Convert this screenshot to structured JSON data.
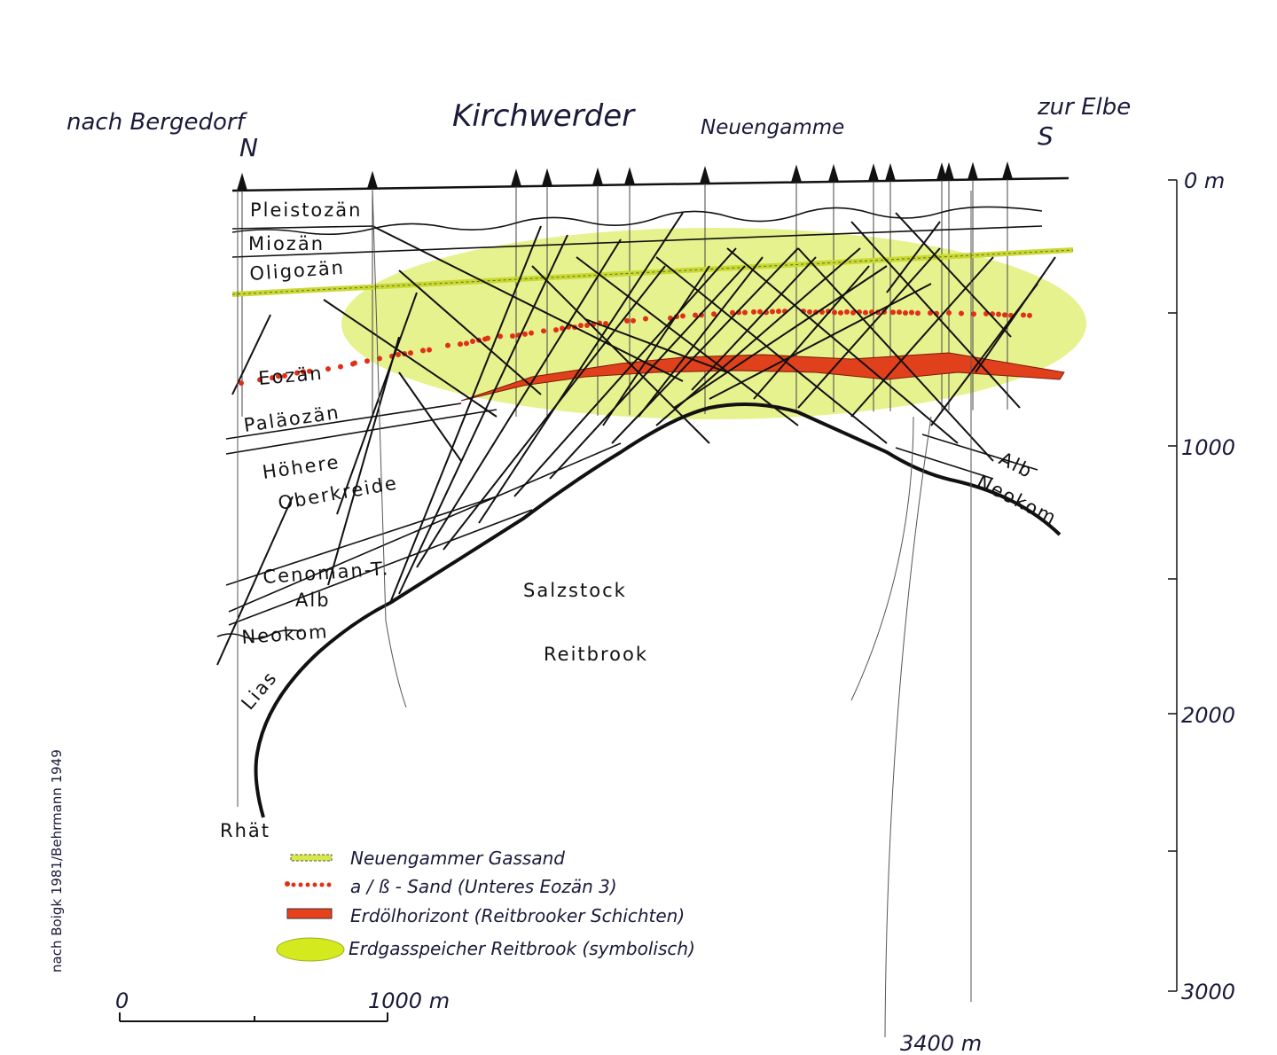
{
  "header": {
    "north_place": "nach Bergedorf",
    "north_dir": "N",
    "center_place": "Kirchwerder",
    "mid_place": "Neuengamme",
    "south_place": "zur Elbe",
    "south_dir": "S"
  },
  "strata": {
    "pleistozaen": "Pleistozän",
    "miozaen": "Miozän",
    "oligozaen": "Oligozän",
    "eozaen": "Eozän",
    "palaeozaen": "Paläozän",
    "hoehere": "Höhere",
    "oberkreide": "Oberkreide",
    "cenoman": "Cenoman-T.",
    "alb_left": "Alb",
    "neokom_left": "Neokom",
    "lias": "Lias",
    "rhaet": "Rhät",
    "alb_right": "Alb",
    "neokom_right": "Neokom"
  },
  "salt_dome": {
    "line1": "Salzstock",
    "line2": "Reitbrook"
  },
  "depth_axis": {
    "ticks": [
      "0 m",
      "1000",
      "2000",
      "3000"
    ]
  },
  "scale_bar": {
    "start": "0",
    "end": "1000 m"
  },
  "well_depth_label": "3400 m",
  "legend": [
    {
      "label": "Neuengammer Gassand",
      "color": "#d8e84a"
    },
    {
      "label": "a / ß - Sand (Unteres Eozän 3)",
      "color": "#e03018"
    },
    {
      "label": "Erdölhorizont (Reitbrooker Schichten)",
      "color": "#e8401c"
    },
    {
      "label": "Erdgasspeicher Reitbrook (symbolisch)",
      "color": "#d4ea1e"
    }
  ],
  "source": "nach Boigk 1981/Behrmann 1949"
}
